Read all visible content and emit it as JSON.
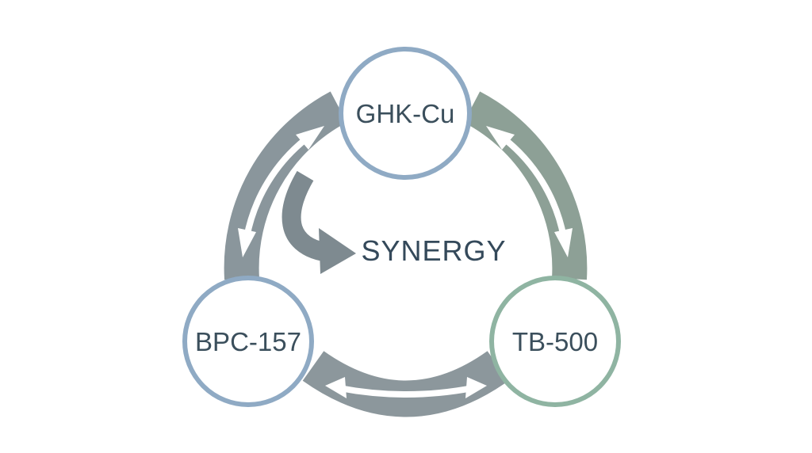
{
  "diagram": {
    "nodes": {
      "top": {
        "label": "GHK-Cu",
        "ring_color": "#8faac4"
      },
      "left": {
        "label": "BPC-157",
        "ring_color": "#8faac4"
      },
      "right": {
        "label": "TB-500",
        "ring_color": "#8fb4a2"
      }
    },
    "center": {
      "label": "SYNERGY"
    },
    "colors": {
      "ring_left": "#8a969c",
      "ring_right": "#8da096",
      "ring_bottom": "#8c979c",
      "inner_arrow": "#7e8a90",
      "node_fill": "#ffffff",
      "bidirectional_arrow": "#ffffff"
    },
    "connections": [
      {
        "from": "top",
        "to": "left",
        "type": "bidirectional"
      },
      {
        "from": "top",
        "to": "right",
        "type": "bidirectional"
      },
      {
        "from": "left",
        "to": "right",
        "type": "bidirectional"
      },
      {
        "from": "top",
        "to": "center",
        "type": "directional"
      }
    ]
  }
}
